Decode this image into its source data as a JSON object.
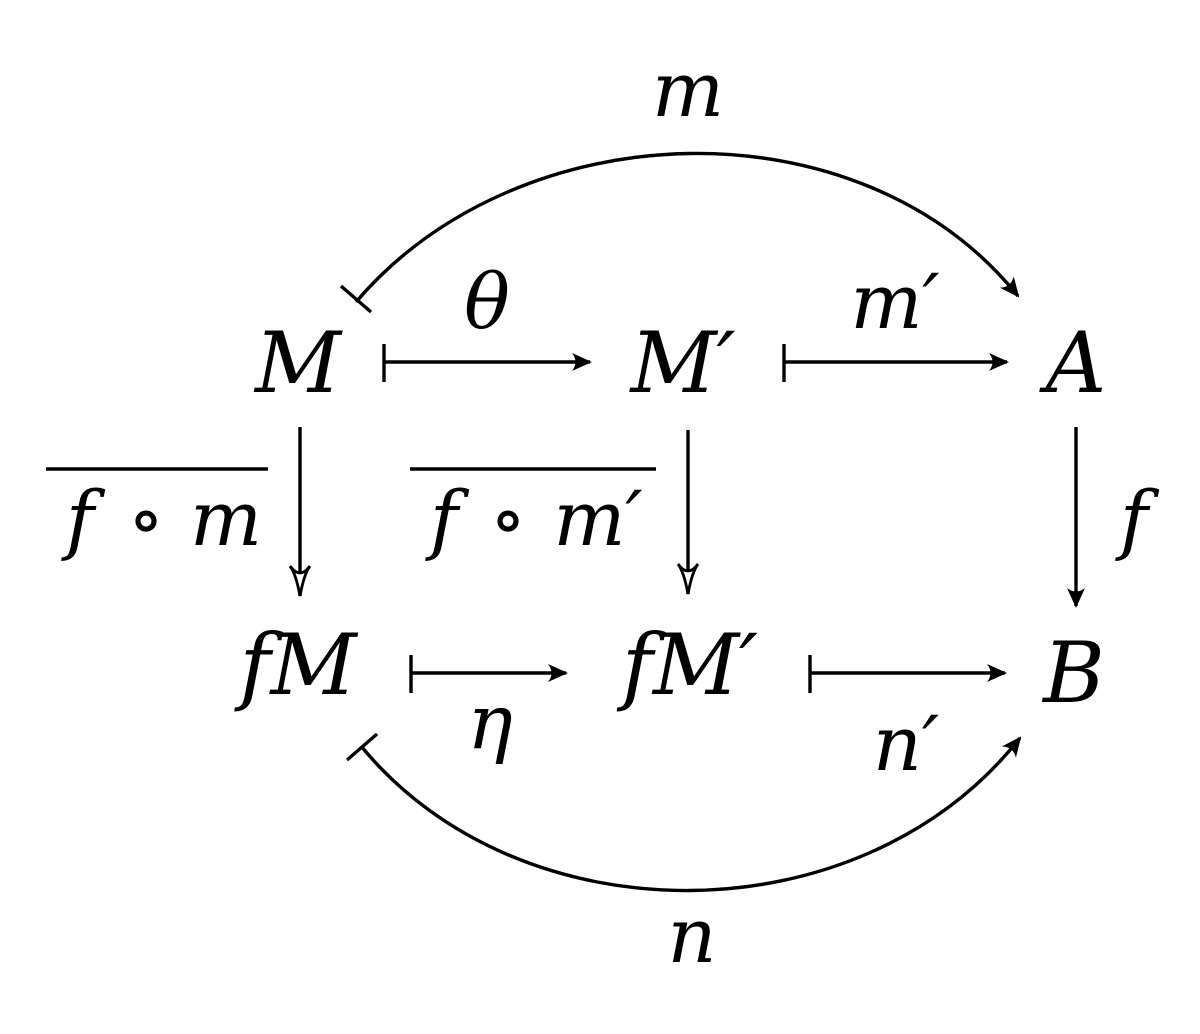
{
  "nodes": {
    "M": "M",
    "M_prime": "M′",
    "A": "A",
    "fM": "fM",
    "fM_prime": "fM′",
    "B": "B"
  },
  "labels": {
    "m": "m",
    "theta": "θ",
    "m_prime": "m′",
    "f": "f",
    "eta": "η",
    "n_prime": "n′",
    "n": "n",
    "f_circ_m": {
      "f": "f",
      "circ": "∘",
      "m": "m"
    },
    "f_circ_m_prime": {
      "f": "f",
      "circ": "∘",
      "m": "m′"
    }
  },
  "colors": {
    "ink": "#000000",
    "background": "#ffffff"
  }
}
